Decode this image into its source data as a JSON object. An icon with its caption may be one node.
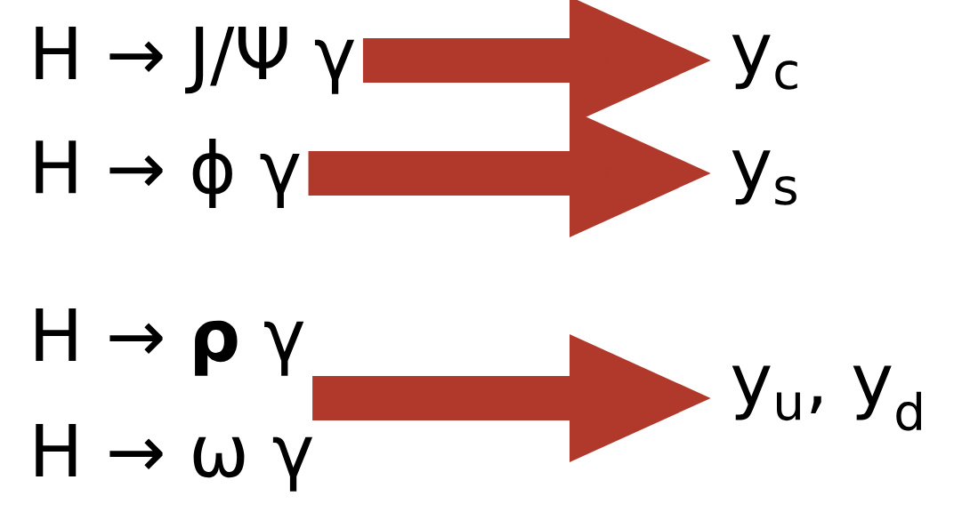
{
  "diagram": {
    "nodes": [
      {
        "text": [
          "H → J/Ψ γ"
        ]
      },
      {
        "text": [
          "H → ϕ γ"
        ]
      },
      {
        "text": [
          "H → **ρ** γ"
        ]
      },
      {
        "text": [
          "H → ω γ"
        ]
      },
      {
        "text": [
          "y$_{c}$"
        ]
      },
      {
        "text": [
          "y$_{s}$"
        ]
      },
      {
        "text": [
          "y$_{u}$, y$_{d}$"
        ]
      }
    ],
    "edges": [
      {
        "from": 0,
        "to": 4,
        "arrow": "to"
      },
      {
        "from": 1,
        "to": 5,
        "arrow": "to"
      },
      {
        "from": 2,
        "to": 6,
        "arrow": "to"
      },
      {
        "from": 3,
        "to": 6,
        "arrow": "to"
      }
    ]
  }
}
